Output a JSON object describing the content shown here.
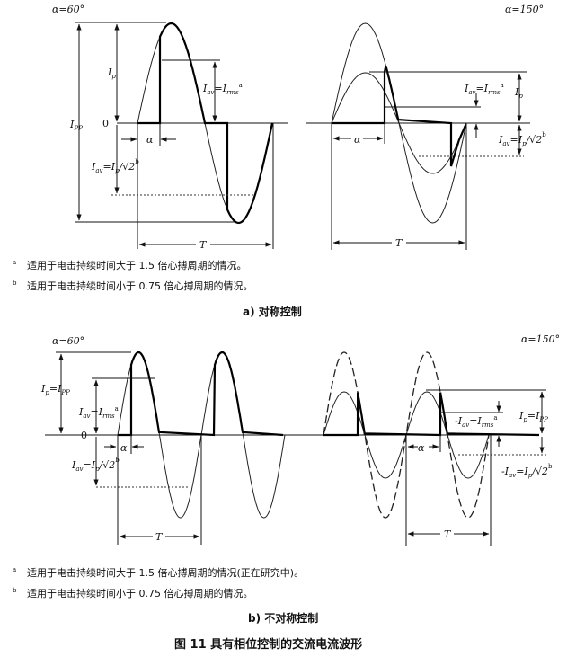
{
  "part_a": {
    "left": {
      "alpha_label": "α=60°",
      "ip": [
        "I",
        "p"
      ],
      "ipp": [
        "I",
        "PP"
      ],
      "zero": "0",
      "alpha": "α",
      "iav_irms": [
        "I",
        "av",
        "=",
        "I",
        "rms",
        "a"
      ],
      "iav_ip_sqrt2": [
        "I",
        "av",
        "=",
        "I",
        "p",
        "/√2",
        "b"
      ],
      "period": "T"
    },
    "right": {
      "alpha_label": "α=150°",
      "ip": [
        "I",
        "p"
      ],
      "alpha": "α",
      "iav_irms": [
        "I",
        "av",
        "=",
        "I",
        "rms",
        "a"
      ],
      "iav_ip_sqrt2": [
        "I",
        "av",
        "=",
        "I",
        "p",
        "/√2",
        "b"
      ],
      "period": "T"
    },
    "notes": [
      {
        "mark": "a",
        "text": "适用于电击持续时间大于 1.5 倍心搏周期的情况。"
      },
      {
        "mark": "b",
        "text": "适用于电击持续时间小于 0.75 倍心搏周期的情况。"
      }
    ],
    "caption": "a)  对称控制"
  },
  "part_b": {
    "left": {
      "alpha_label": "α=60°",
      "ip_ipp": [
        "I",
        "p",
        "=",
        "I",
        "PP"
      ],
      "zero": "0",
      "alpha": "α",
      "iav_irms": [
        "I",
        "av",
        "=",
        "I",
        "rms",
        "a"
      ],
      "iav_ip_sqrt2": [
        "I",
        "av",
        "=",
        "I",
        "p",
        "/√2",
        "b"
      ],
      "period": "T"
    },
    "right": {
      "alpha_label": "α=150°",
      "ip_ipp": [
        "I",
        "p",
        "=",
        "I",
        "PP"
      ],
      "alpha": "α",
      "iav_irms": [
        "-I",
        "av",
        "=",
        "I",
        "rms",
        "a"
      ],
      "iav_ip_sqrt2": [
        "-I",
        "av",
        "=",
        "I",
        "p",
        "/√2",
        "b"
      ],
      "period": "T"
    },
    "notes": [
      {
        "mark": "a",
        "text": "适用于电击持续时间大于 1.5 倍心搏周期的情况(正在研究中)。"
      },
      {
        "mark": "b",
        "text": "适用于电击持续时间小于 0.75 倍心搏周期的情况。"
      }
    ],
    "caption": "b)  不对称控制"
  },
  "figure_caption": "图 11   具有相位控制的交流电流波形"
}
